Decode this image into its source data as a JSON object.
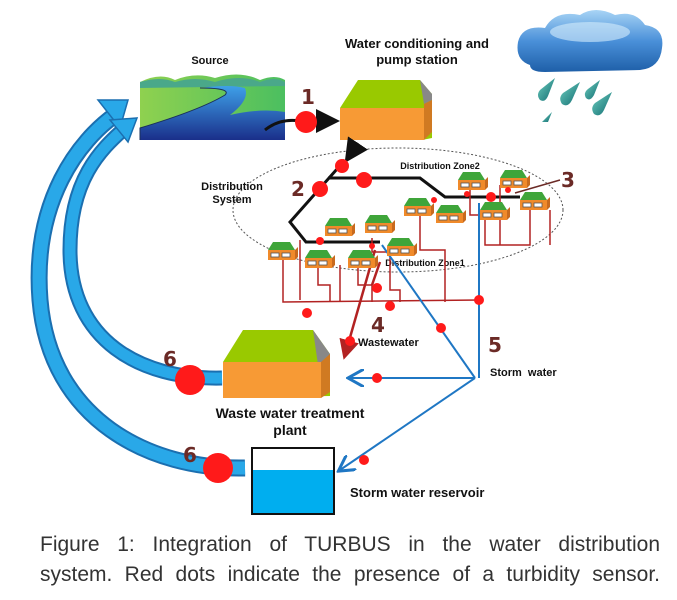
{
  "figure": {
    "labels": {
      "source": "Source",
      "conditioning_line1": "Water conditioning and",
      "conditioning_line2": "pump station",
      "distribution_line1": "Distribution",
      "distribution_line2": "System",
      "zone2": "Distribution Zone2",
      "zone1": "Distribution Zone1",
      "wastewater": "Wastewater",
      "storm_water": "Storm  water",
      "wwtp_line1": "Waste water treatment",
      "wwtp_line2": "plant",
      "reservoir": "Storm water reservoir"
    },
    "markers": {
      "m1": "1",
      "m2": "2",
      "m3": "3",
      "m4": "4",
      "m5": "5",
      "m6a": "6",
      "m6b": "6"
    },
    "icons": [
      "river-source-icon",
      "pump-station-icon",
      "rain-cloud-icon",
      "house-icon",
      "treatment-plant-icon",
      "reservoir-tank-icon",
      "turbidity-sensor-dot"
    ],
    "colors": {
      "sensor": "#ff1a1a",
      "main_pipe": "#111111",
      "sewer_pipe": "#b22222",
      "storm_pipe": "#1f77c4",
      "return_arrow": "#29a8e8",
      "marker_number": "#6b2a26",
      "building_top": "#99c900",
      "building_front": "#f79a35"
    }
  },
  "caption": {
    "line1": "Figure 1: Integration of TURBUS in the water distribution",
    "line2": "system. Red dots indicate the presence of a turbidity sensor."
  }
}
